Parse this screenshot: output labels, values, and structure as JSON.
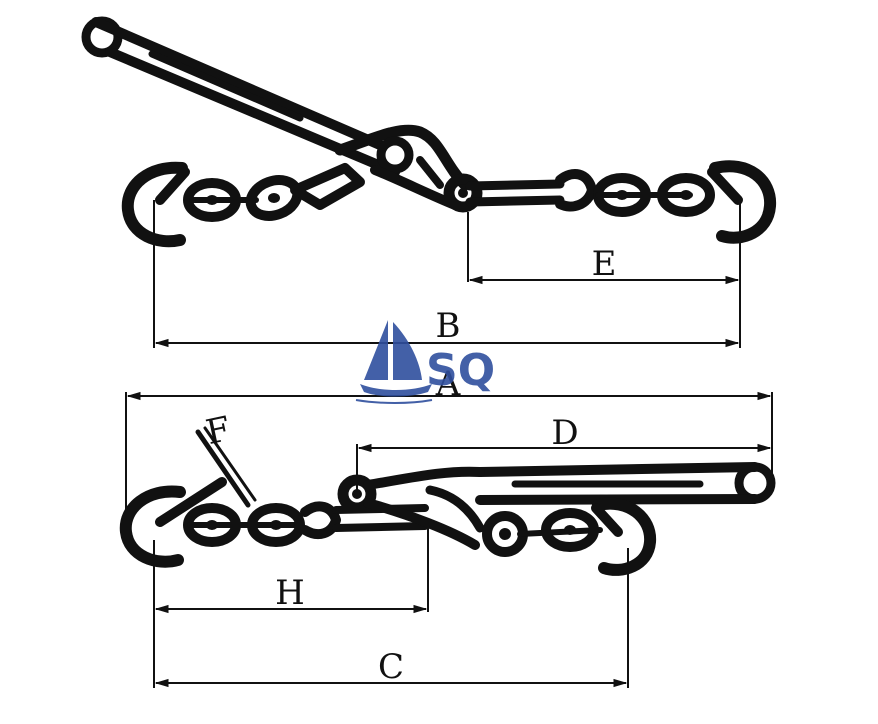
{
  "diagram": {
    "dimensions": {
      "A": "A",
      "B": "B",
      "C": "C",
      "D": "D",
      "E": "E",
      "F": "F",
      "H": "H"
    }
  },
  "watermark": {
    "text": "SQ"
  },
  "colors": {
    "line": "#111111",
    "watermark": "#2f4f9e",
    "background": "#ffffff"
  }
}
